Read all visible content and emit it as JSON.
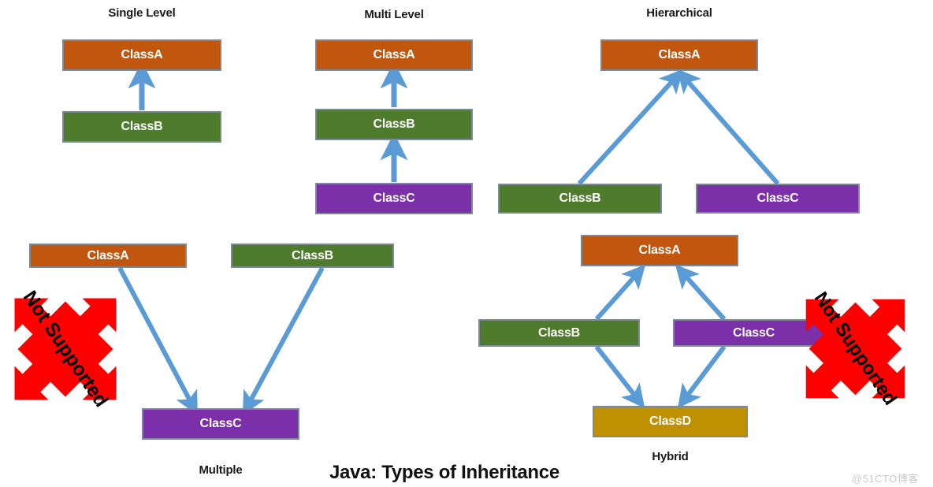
{
  "diagram": {
    "title": "Java: Types of Inheritance",
    "watermark": "@51CTO博客",
    "colors": {
      "orange": "#c1570e",
      "green": "#4e7b2c",
      "purple": "#7b2fa8",
      "gold": "#bf9000",
      "box_border": "#7a8a99",
      "arrow": "#5b9bd5",
      "badge_fill": "#ff0000",
      "badge_text": "#000000",
      "background": "#ffffff"
    },
    "sections": {
      "single_level": {
        "label": "Single Level",
        "boxes": [
          {
            "label": "ClassA",
            "color": "orange"
          },
          {
            "label": "ClassB",
            "color": "green"
          }
        ]
      },
      "multi_level": {
        "label": "Multi Level",
        "boxes": [
          {
            "label": "ClassA",
            "color": "orange"
          },
          {
            "label": "ClassB",
            "color": "green"
          },
          {
            "label": "ClassC",
            "color": "purple"
          }
        ]
      },
      "hierarchical": {
        "label": "Hierarchical",
        "boxes": [
          {
            "label": "ClassA",
            "color": "orange"
          },
          {
            "label": "ClassB",
            "color": "green"
          },
          {
            "label": "ClassC",
            "color": "purple"
          }
        ]
      },
      "multiple": {
        "label": "Multiple",
        "badge": "Not Supported",
        "boxes": [
          {
            "label": "ClassA",
            "color": "orange"
          },
          {
            "label": "ClassB",
            "color": "green"
          },
          {
            "label": "ClassC",
            "color": "purple"
          }
        ]
      },
      "hybrid": {
        "label": "Hybrid",
        "badge": "Not Supported",
        "boxes": [
          {
            "label": "ClassA",
            "color": "orange"
          },
          {
            "label": "ClassB",
            "color": "green"
          },
          {
            "label": "ClassC",
            "color": "purple"
          },
          {
            "label": "ClassD",
            "color": "gold"
          }
        ]
      }
    }
  }
}
